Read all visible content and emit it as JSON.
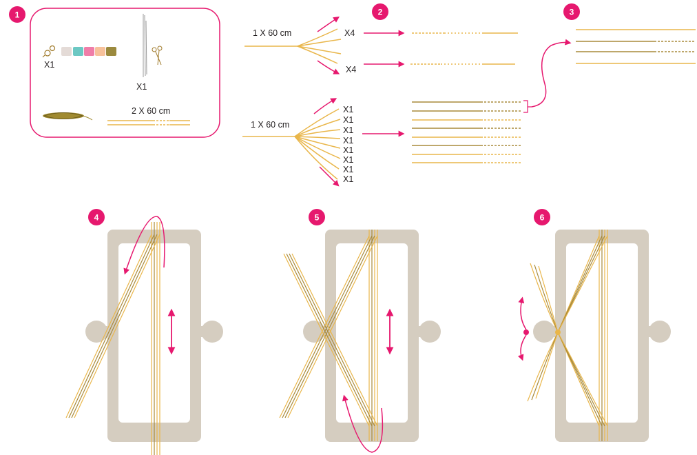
{
  "colors": {
    "accent": "#e6186e",
    "thread_gold": "#e9b64a",
    "thread_dark": "#8a6f2a",
    "loom": "#d5cdc0",
    "swatches": [
      "#e4dbd7",
      "#6cc8c3",
      "#ef7da8",
      "#f7c19b",
      "#9b8a3e"
    ]
  },
  "steps": [
    {
      "number": "1"
    },
    {
      "number": "2"
    },
    {
      "number": "3"
    },
    {
      "number": "4"
    },
    {
      "number": "5"
    },
    {
      "number": "6"
    }
  ],
  "supplies": {
    "bracelet_count": "X1",
    "needle_count": "X1",
    "cord_label": "2 X 60 cm"
  },
  "step2": {
    "top_cord": "1 X 60 cm",
    "top_split_a": "X4",
    "top_split_b": "X4",
    "bottom_cord": "1 X 60 cm",
    "bottom_splits": [
      "X1",
      "X1",
      "X1",
      "X1",
      "X1",
      "X1",
      "X1",
      "X1"
    ]
  },
  "icons": [
    "bracelet-clasp-icon",
    "needle-icon",
    "scissors-icon",
    "thread-skein-icon",
    "loom-icon",
    "double-arrow-icon",
    "curved-arrow-icon"
  ]
}
